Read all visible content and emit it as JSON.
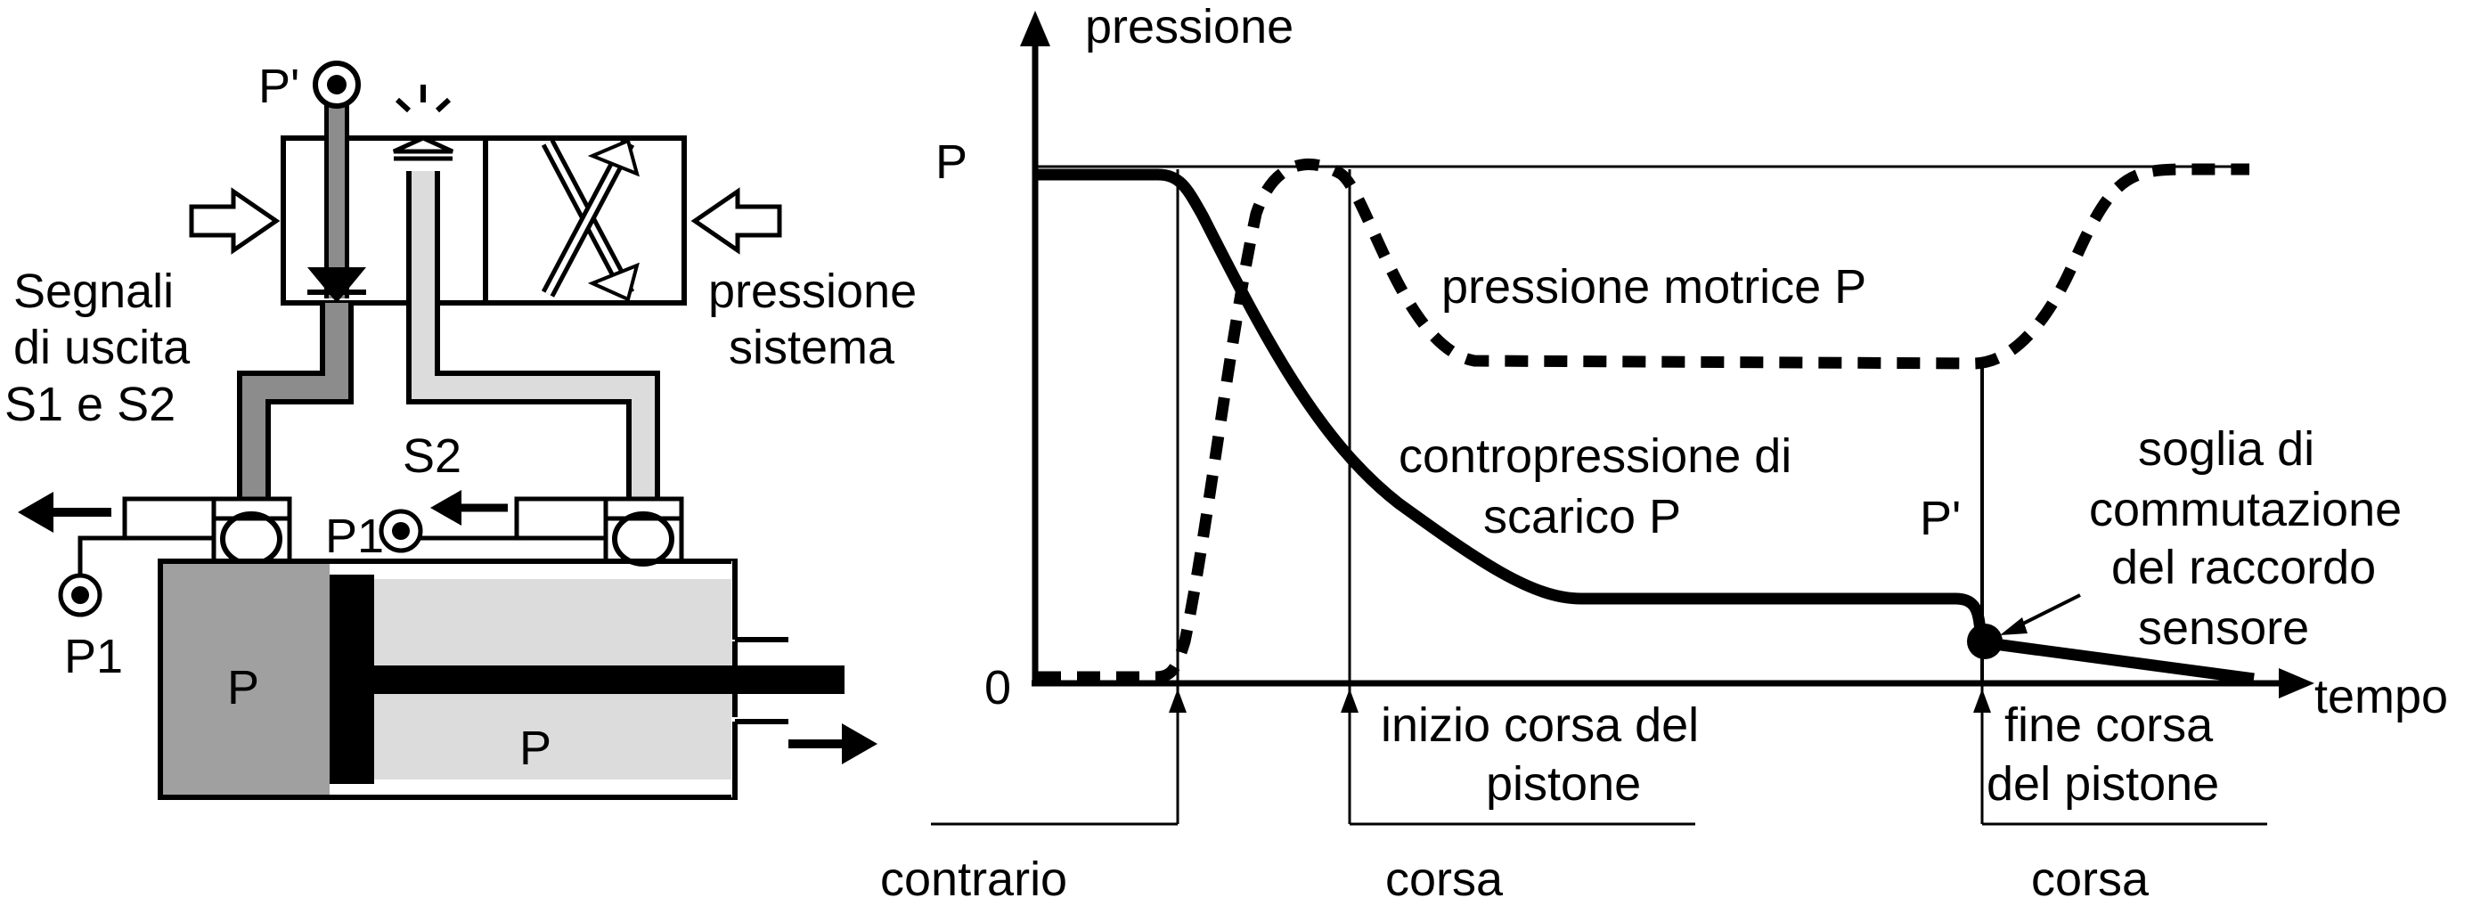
{
  "circuit": {
    "port_p_prime": "P'",
    "port_s2": "S2",
    "port_p1_mid": "P1",
    "port_p1_left": "P1",
    "chamber_left": "P",
    "chamber_right": "P",
    "label_output_signals": [
      "Segnali",
      "di uscita",
      "S1 e S2"
    ],
    "label_system_pressure": [
      "pressione",
      "sistema"
    ],
    "colors": {
      "dark_gray": "#8c8c8c",
      "light_gray": "#dcdcdc",
      "black": "#000000"
    }
  },
  "graph": {
    "y_axis_label": "pressione",
    "x_axis_label": "tempo",
    "tick_p": "P",
    "tick_zero": "0",
    "curve_label_motrice": "pressione motrice P",
    "curve_label_contropressione": [
      "contropressione di",
      "scarico P"
    ],
    "marker_p_prime": "P'",
    "threshold_label": [
      "soglia di",
      "commutazione",
      "del raccordo",
      "sensore"
    ],
    "event_start": [
      "inizio corsa del",
      "pistone"
    ],
    "event_end": [
      "fine corsa",
      "del pistone"
    ],
    "bottom_labels": [
      "contrario",
      "corsa",
      "corsa"
    ]
  }
}
